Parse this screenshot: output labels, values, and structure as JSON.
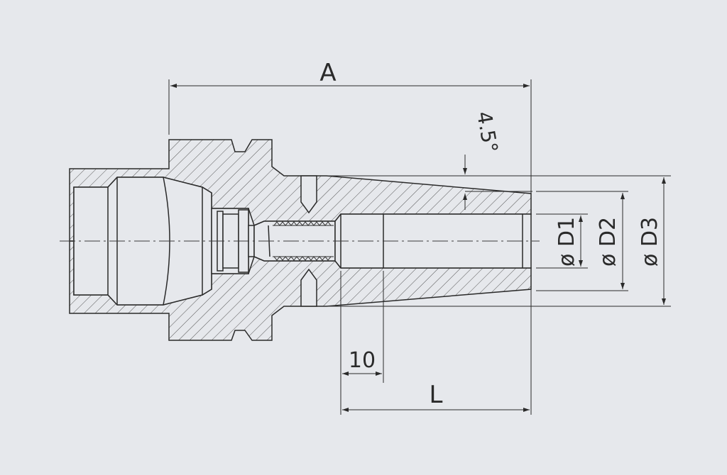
{
  "colors": {
    "background": "#e6e8ec",
    "line": "#2a2a2a",
    "hatch": "#4a4a4a",
    "centerline": "#3a3a3a"
  },
  "dimensions": {
    "a": "A",
    "l": "L",
    "ten": "10",
    "angle": "4.5°",
    "d1": "ø D1",
    "d2": "ø D2",
    "d3": "ø D3"
  }
}
